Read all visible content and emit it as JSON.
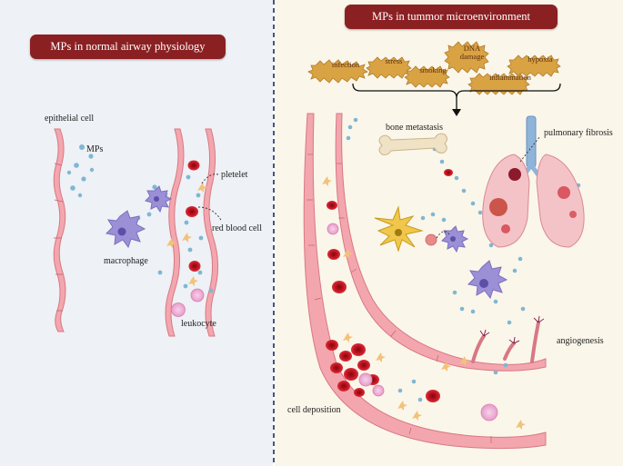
{
  "left_panel": {
    "title": "MPs in normal airway physiology",
    "labels": {
      "epithelial_cell": "epithelial cell",
      "mps": "MPs",
      "pletelet": "pletelet",
      "red_blood_cell": "red blood cell",
      "macrophage": "macrophage",
      "leukocyte": "leukocyte"
    }
  },
  "right_panel": {
    "title": "MPs in tummor microenvironment",
    "triggers": [
      "infection",
      "stress",
      "smoking",
      "DNA damage",
      "hypoxia",
      "inflammation"
    ],
    "labels": {
      "bone_metastasis": "bone metastasis",
      "pulmonary_fibrosis": "pulmonary fibrosis",
      "angiogenesis": "angiogenesis",
      "cell_deposition": "cell deposition"
    }
  },
  "colors": {
    "title_bg": "#8b2023",
    "left_bg": "#eef1f5",
    "right_bg": "#fbf6ea",
    "divider": "#3d5a80",
    "vessel_wall": "#f3a6ae",
    "red_blood_cell": "#c0111f",
    "mp_dot": "#7fb7d4",
    "macrophage": "#9b8fd6",
    "platelet": "#f2c27a",
    "trigger_burst": "#d9a243"
  }
}
